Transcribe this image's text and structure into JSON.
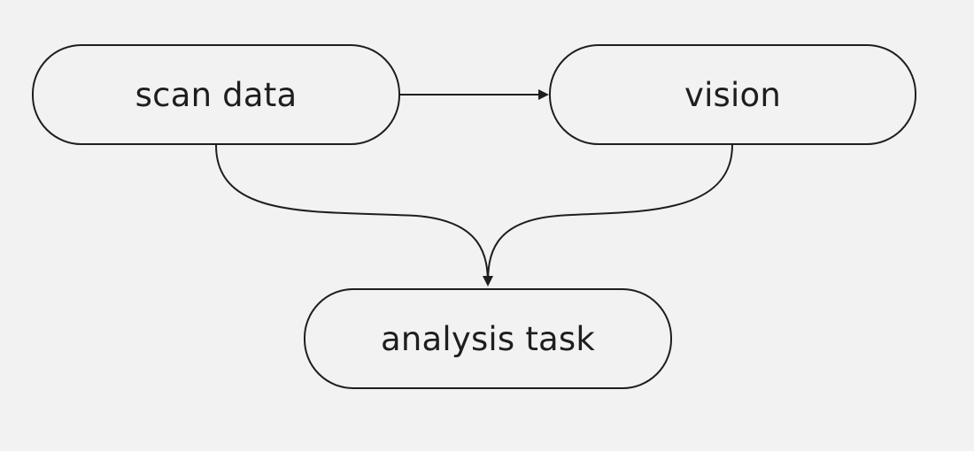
{
  "diagram": {
    "nodes": {
      "scan_data": {
        "label": "scan data"
      },
      "vision": {
        "label": "vision"
      },
      "analysis_task": {
        "label": "analysis task"
      }
    },
    "edges": [
      {
        "from": "scan data",
        "to": "vision"
      },
      {
        "from": "scan data",
        "to": "analysis task"
      },
      {
        "from": "vision",
        "to": "analysis task"
      }
    ],
    "colors": {
      "background": "#f2f2f2",
      "stroke": "#1e1e1e"
    }
  }
}
